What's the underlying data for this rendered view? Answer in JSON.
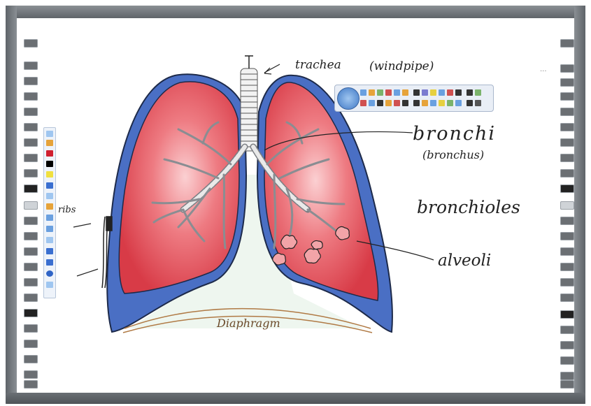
{
  "labels": {
    "trachea": "trachea",
    "windpipe": "(windpipe)",
    "bronchi": "bronchi",
    "bronchus": "(bronchus)",
    "bronchioles": "bronchioles",
    "alveoli": "alveoli",
    "ribs": "ribs",
    "diaphragm": "Diaphragm"
  },
  "top_right_mark": "...",
  "colors": {
    "lung_fill": "#e24b55",
    "lung_highlight": "#f8c3c6",
    "pleura": "#4a6fc4",
    "bezel": "#6b7075",
    "diaphragm_line": "#b07a45",
    "toolbar_bg": "#e9eef6"
  },
  "icons": {
    "left_rail": [
      "page-icon",
      "page-icon",
      "page-icon",
      "page-icon",
      "zoom-icon",
      "page-icon",
      "page-icon",
      "page-icon",
      "page-icon",
      "page-icon",
      "page-icon",
      "page-icon",
      "pen-icon",
      "pen-icon",
      "pen-icon",
      "pen-icon",
      "pen-icon",
      "pen-icon",
      "page-icon",
      "page-icon",
      "pen-icon",
      "pen-icon",
      "keyboard-icon"
    ],
    "right_rail": [
      "page-icon",
      "page-icon",
      "page-icon",
      "page-icon",
      "zoom-icon",
      "page-icon",
      "page-icon",
      "page-icon",
      "page-icon",
      "page-icon",
      "page-icon",
      "page-icon",
      "pen-icon",
      "pen-icon",
      "pen-icon",
      "pen-icon",
      "pen-icon",
      "pen-icon",
      "page-icon",
      "page-icon",
      "pen-icon",
      "pen-icon",
      "keyboard-icon"
    ]
  }
}
